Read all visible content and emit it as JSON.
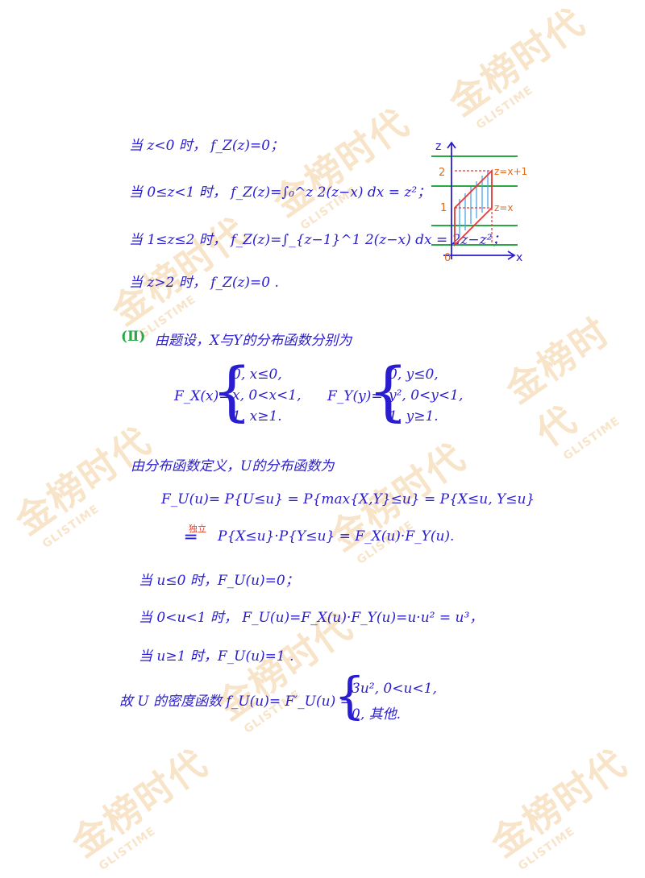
{
  "watermark": {
    "brand": "金榜时代",
    "sub": "GLISTIME"
  },
  "fz": {
    "line1": "当 z<0 时，  f_Z(z)=0；",
    "line2": "当 0≤z<1 时，  f_Z(z)=∫₀^z 2(z−x) dx = z²；",
    "line3": "当 1≤z≤2 时，  f_Z(z)=∫_{z−1}^1 2(z−x) dx = 2z−z²；",
    "line4": "当 z>2 时，  f_Z(z)=0 ."
  },
  "graph": {
    "z_axis": "z",
    "x_axis": "x",
    "origin": "0",
    "tick1": "1",
    "tick2": "2",
    "line_upper": "z=x+1",
    "line_lower": "z=x"
  },
  "part4": {
    "marker": "(Ⅱ)",
    "intro": "由题设，X与Y的分布函数分别为",
    "Fx_label": "F_X(x)=",
    "Fx_cases": [
      "0,        x≤0,",
      "x,        0<x<1,",
      "1,        x≥1."
    ],
    "Fy_label": "F_Y(y)=",
    "Fy_cases": [
      "0,        y≤0,",
      "y²,      0<y<1,",
      "1,        y≥1."
    ],
    "def_line": "由分布函数定义，U的分布函数为",
    "Fu_line": "F_U(u)= P{U≤u} = P{max{X,Y}≤u} = P{X≤u, Y≤u}",
    "independent_note": "独立",
    "Fu_line2": "P{X≤u}·P{Y≤u} = F_X(u)·F_Y(u).",
    "case1": "当 u≤0 时，F_U(u)=0；",
    "case2": "当 0<u<1 时，  F_U(u)=F_X(u)·F_Y(u)=u·u² = u³，",
    "case3": "当 u≥1 时，F_U(u)=1 .",
    "density_label": "故 U 的密度函数   f_U(u)= F′_U(u) =",
    "density_cases": [
      "3u²,     0<u<1,",
      "0,         其他."
    ]
  }
}
